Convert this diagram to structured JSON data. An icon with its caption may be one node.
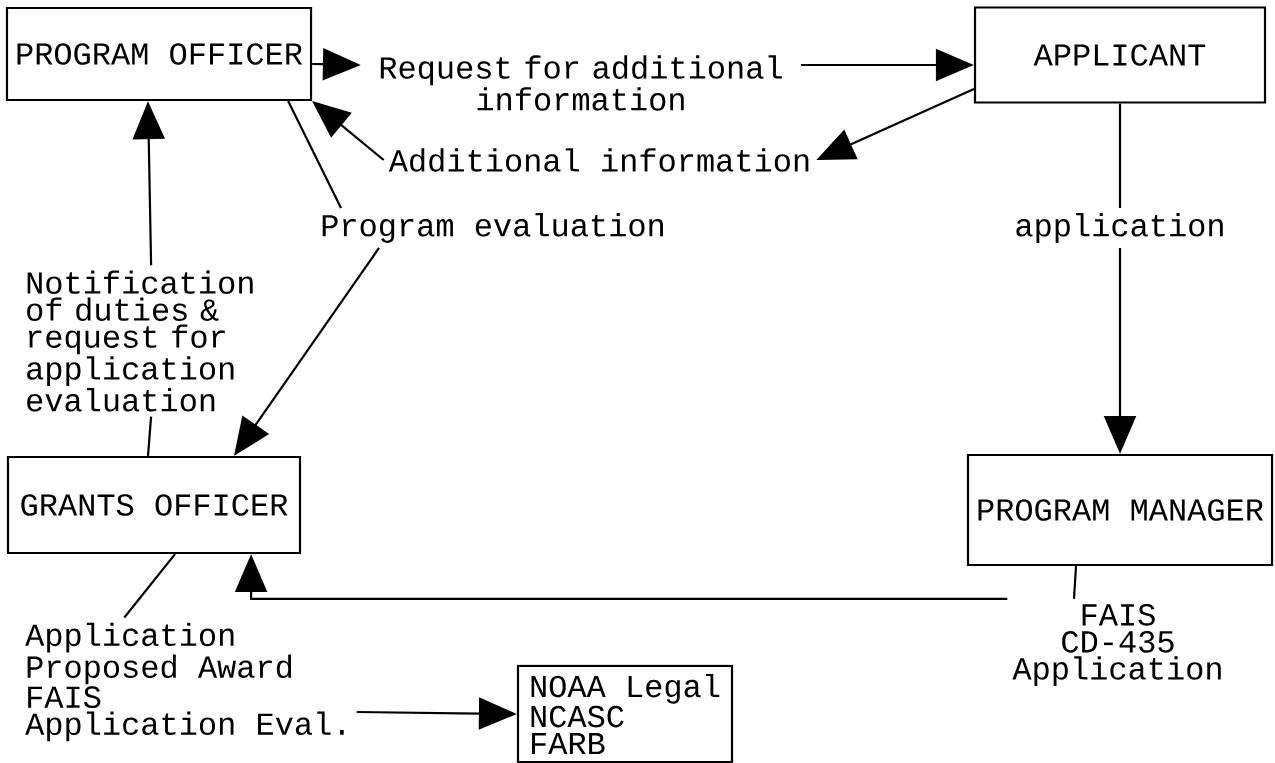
{
  "diagram": {
    "nodes": [
      {
        "text": [
          "PROGRAM OFFICER"
        ]
      },
      {
        "text": [
          "APPLICANT"
        ]
      },
      {
        "text": [
          "GRANTS OFFICER"
        ]
      },
      {
        "text": [
          "PROGRAM MANAGER"
        ]
      },
      {
        "text": [
          "NOAA Legal",
          "NCASC",
          "FARB"
        ]
      },
      {
        "text": [
          "Request for additional information"
        ]
      },
      {
        "text": [
          "Additional information"
        ]
      },
      {
        "text": [
          "Program evaluation"
        ]
      },
      {
        "text": [
          "Notification of duties & request for application evaluation"
        ]
      },
      {
        "text": [
          "application"
        ]
      },
      {
        "text": [
          "FAIS",
          "CD-435",
          "Application"
        ]
      },
      {
        "text": [
          "Application",
          "Proposed Award",
          "FAIS",
          "Application Eval."
        ]
      }
    ],
    "edges": [
      {
        "from": 0,
        "to": 5,
        "arrow": "to"
      },
      {
        "from": 5,
        "to": 1,
        "arrow": "to"
      },
      {
        "from": 1,
        "to": 6,
        "arrow": "to"
      },
      {
        "from": 6,
        "to": 0,
        "arrow": "to"
      },
      {
        "from": 0,
        "to": 7,
        "arrow": "none"
      },
      {
        "from": 7,
        "to": 2,
        "arrow": "to"
      },
      {
        "from": 2,
        "to": 8,
        "arrow": "none"
      },
      {
        "from": 8,
        "to": 0,
        "arrow": "to"
      },
      {
        "from": 1,
        "to": 9,
        "arrow": "none"
      },
      {
        "from": 9,
        "to": 3,
        "arrow": "to"
      },
      {
        "from": 3,
        "to": 10,
        "arrow": "none"
      },
      {
        "from": 10,
        "to": 2,
        "arrow": "to"
      },
      {
        "from": 2,
        "to": 11,
        "arrow": "none"
      },
      {
        "from": 11,
        "to": 4,
        "arrow": "to"
      }
    ]
  }
}
